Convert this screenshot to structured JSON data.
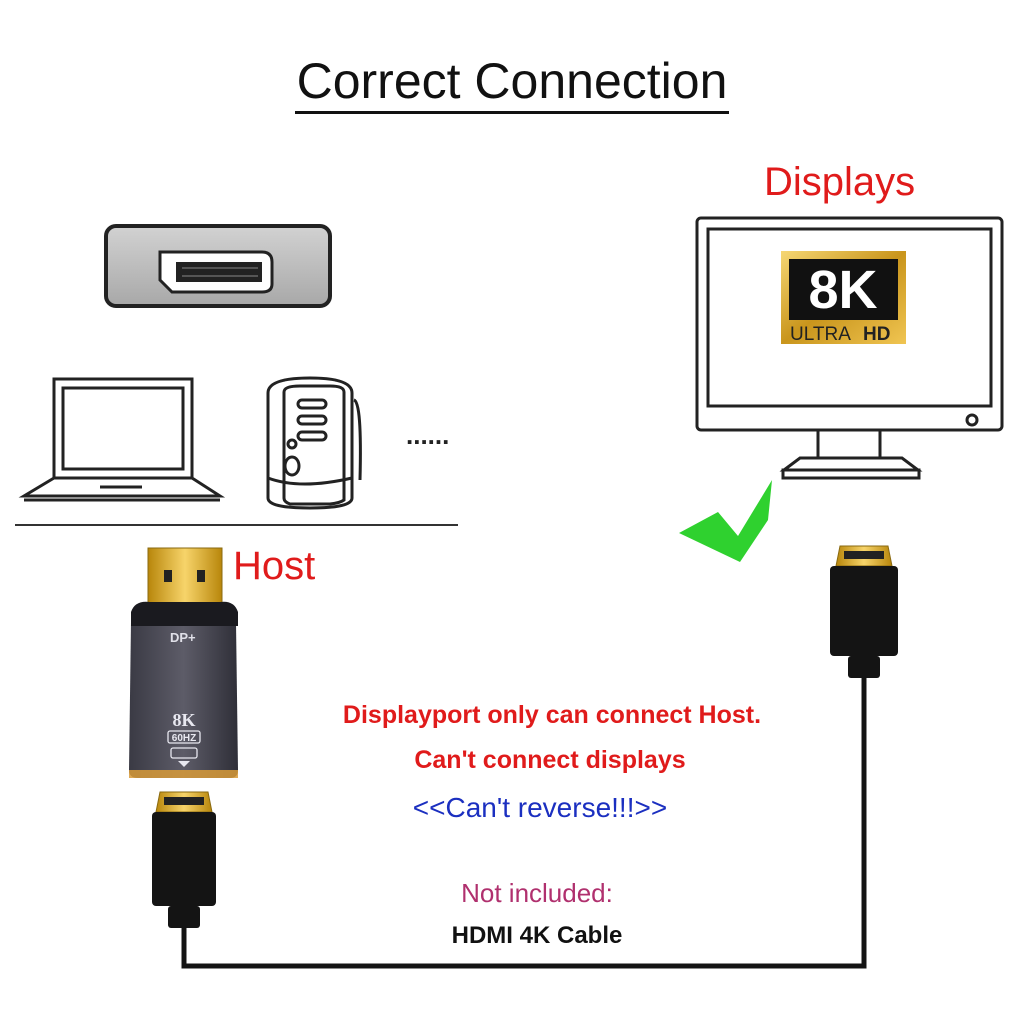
{
  "title": "Correct Connection",
  "labels": {
    "displays": "Displays",
    "host": "Host",
    "ellipsis": "......"
  },
  "badge": {
    "main": "8K",
    "sub_left": "ULTRA",
    "sub_right": "HD"
  },
  "adapter": {
    "top_label": "DP+",
    "res_label": "8K",
    "rate_label": "60HZ"
  },
  "notes": {
    "line1": "Displayport only can connect Host.",
    "line2": "Can't connect displays",
    "line3": "<<Can't reverse!!!>>",
    "line4": "Not included:",
    "line5": "HDMI 4K Cable"
  },
  "colors": {
    "red": "#e01b1b",
    "blue": "#1b2fc0",
    "magenta": "#b0306e",
    "check_green": "#2fd12f",
    "gold": "#d6a92a"
  },
  "icons": [
    "displayport-port-icon",
    "laptop-icon",
    "desktop-tower-icon",
    "monitor-icon",
    "check-icon",
    "hdmi-plug-icon",
    "adapter-icon"
  ]
}
